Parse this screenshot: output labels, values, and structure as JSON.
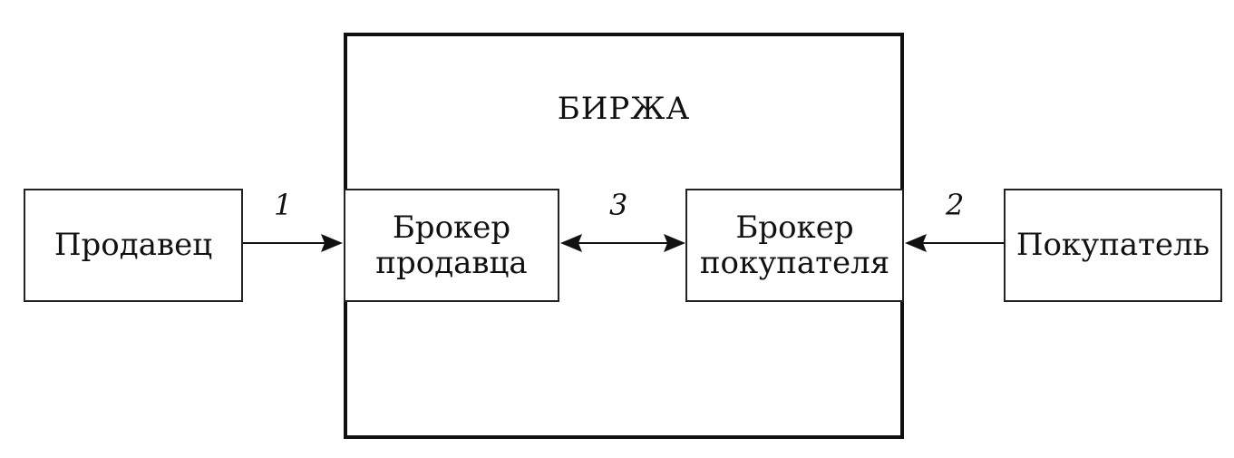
{
  "exchange": {
    "title": "БИРЖА"
  },
  "nodes": {
    "seller": "Продавец",
    "seller_broker": {
      "line1": "Брокер",
      "line2": "продавца"
    },
    "buyer_broker": {
      "line1": "Брокер",
      "line2": "покупателя"
    },
    "buyer": "Покупатель"
  },
  "links": {
    "seller_to_broker": "1",
    "buyer_to_broker": "2",
    "broker_to_broker": "3"
  }
}
